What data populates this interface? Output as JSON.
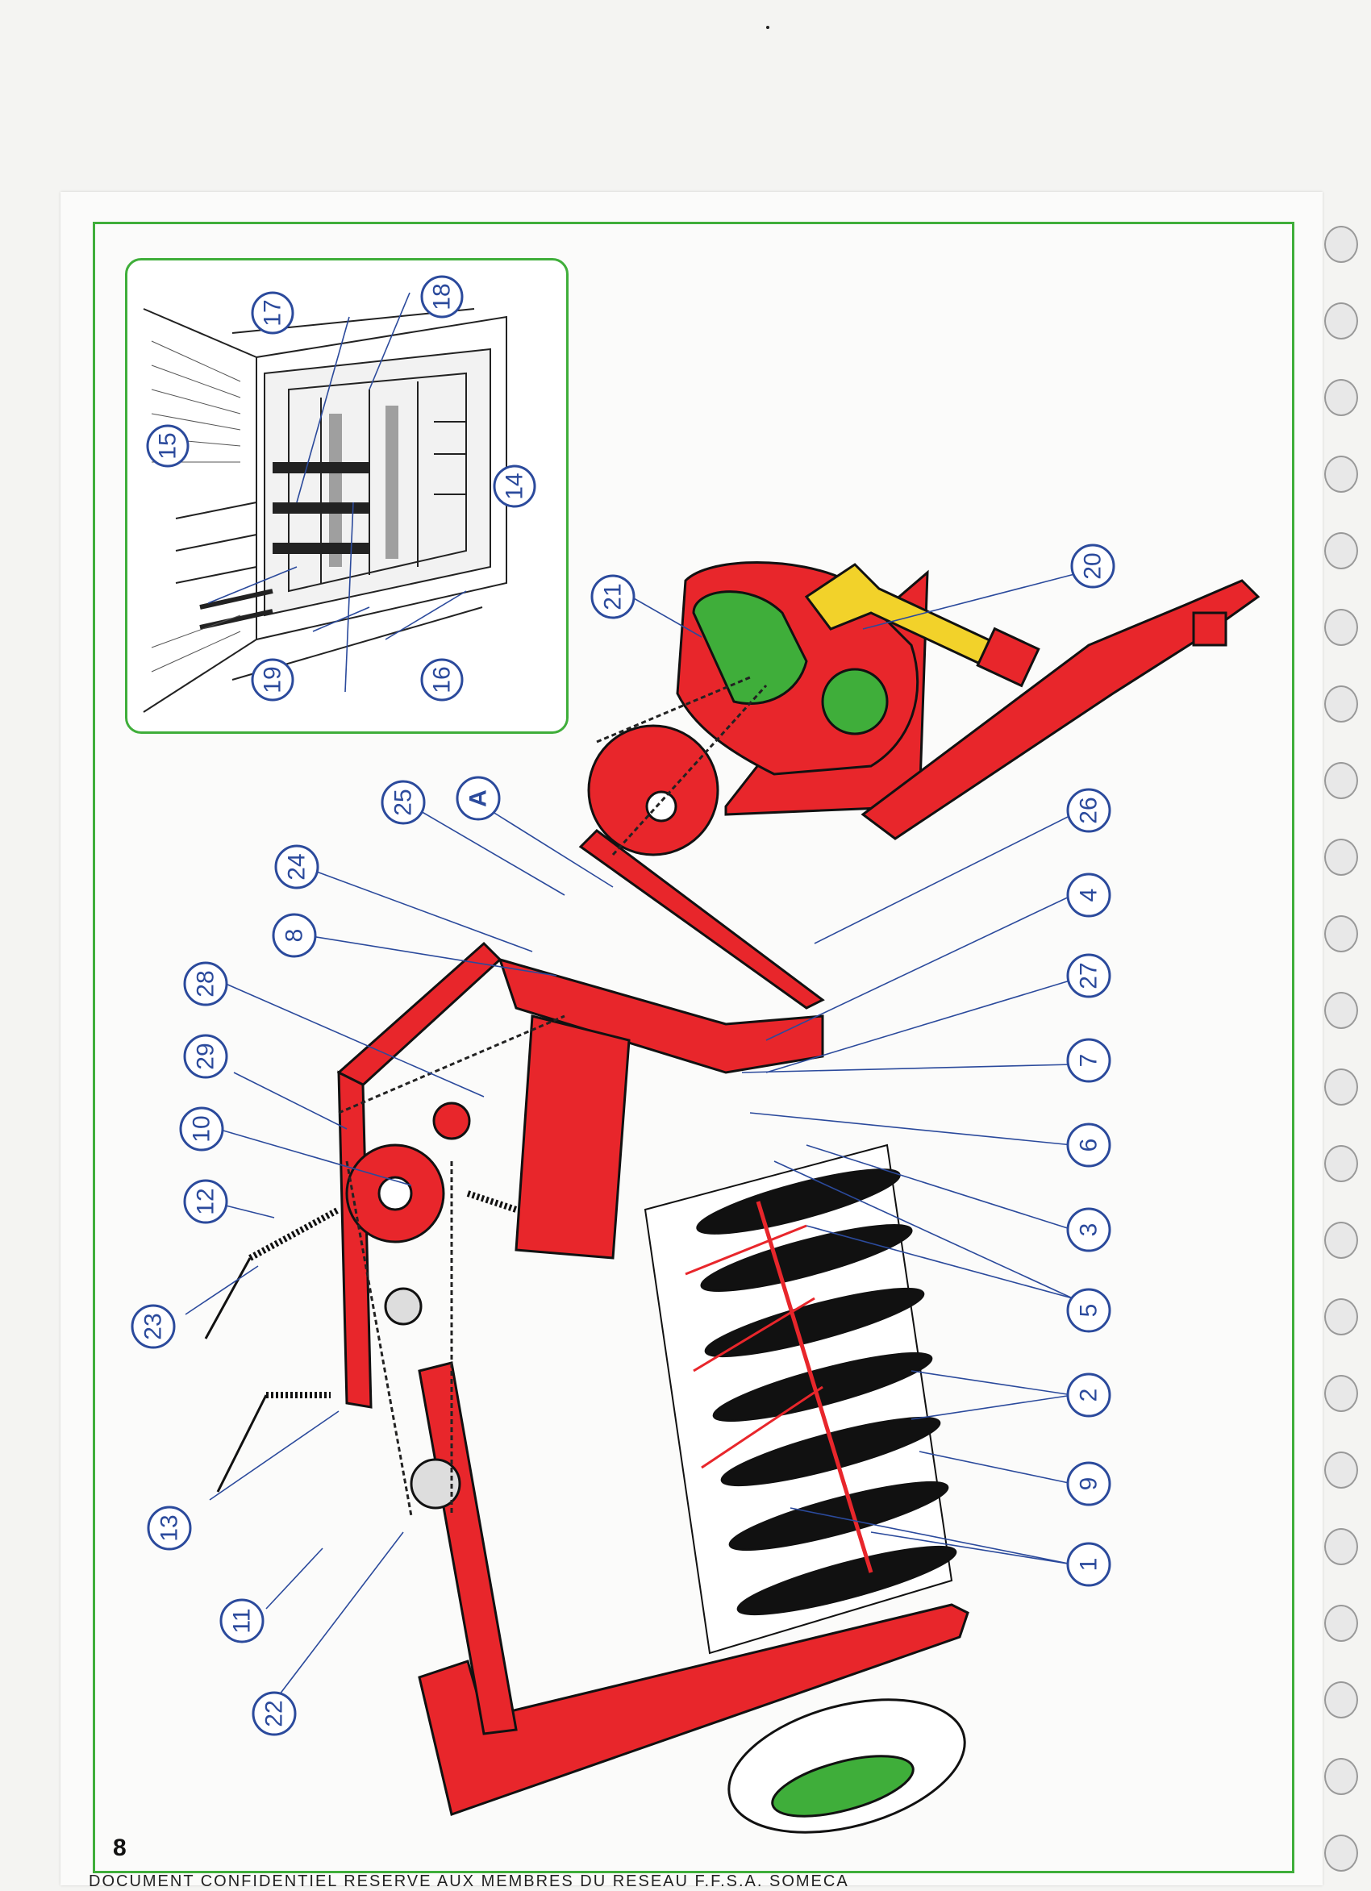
{
  "page": {
    "page_number": "8",
    "footer_text": "DOCUMENT CONFIDENTIEL RESERVE AUX MEMBRES DU RESEAU F.F.S.A. SOMECA"
  },
  "colors": {
    "frame_green": "#3fae3a",
    "machine_red": "#e8262b",
    "gear_green": "#3fae3a",
    "shaft_yellow": "#f2d22a",
    "callout_blue": "#2b4a9c"
  },
  "inset": {
    "callouts": [
      "17",
      "18",
      "15",
      "14",
      "19",
      "16"
    ]
  },
  "diagram": {
    "callouts": [
      "21",
      "20",
      "25",
      "A",
      "26",
      "24",
      "8",
      "4",
      "28",
      "27",
      "29",
      "7",
      "10",
      "6",
      "12",
      "3",
      "23",
      "5",
      "2",
      "13",
      "9",
      "1",
      "11",
      "22"
    ]
  }
}
